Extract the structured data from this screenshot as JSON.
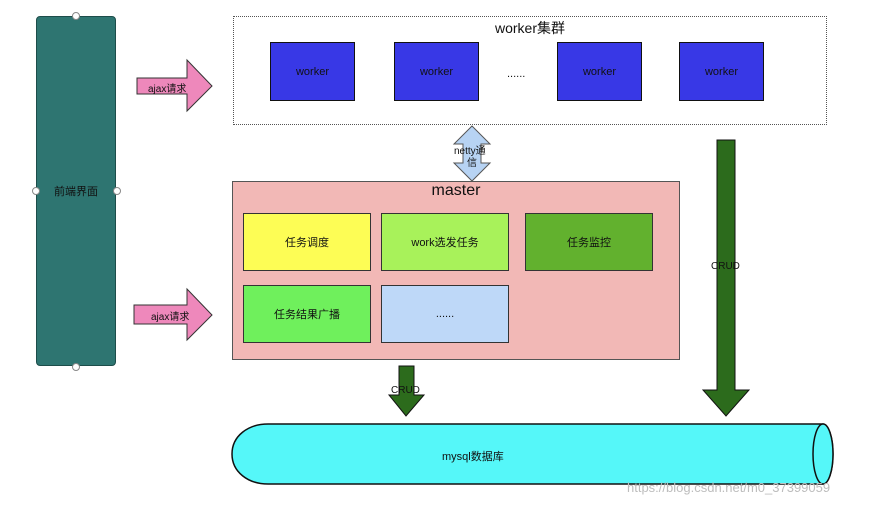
{
  "frontend": {
    "label": "前端界面"
  },
  "ajax_top": {
    "label": "ajax请求"
  },
  "ajax_bottom": {
    "label": "ajax请求"
  },
  "worker_cluster": {
    "title": "worker集群",
    "workers": [
      "worker",
      "worker",
      "worker",
      "worker"
    ],
    "ellipsis": "......"
  },
  "netty": {
    "label_line1": "netty通",
    "label_line2": "信"
  },
  "master": {
    "title": "master",
    "tasks": {
      "scheduling": "任务调度",
      "dispatch": "work选发任务",
      "monitor": "任务监控",
      "broadcast": "任务结果广播",
      "more": "......"
    }
  },
  "crud_left": {
    "label": "CRUD"
  },
  "crud_right": {
    "label": "CRUD"
  },
  "database": {
    "label": "mysql数据库"
  },
  "watermark": {
    "text": "https://blog.csdn.net/m0_37399059"
  },
  "colors": {
    "frontend": "#2e7571",
    "worker": "#3838e6",
    "master": "#f2b8b6",
    "task_yellow": "#fdfd55",
    "task_lightgreen": "#a8f25a",
    "task_green": "#62b12e",
    "task_brightgreen": "#6ff05c",
    "task_lightblue": "#bed8f8",
    "db": "#55f7f9",
    "arrow_pink": "#ee88bb",
    "arrow_green": "#2c6b1c",
    "arrow_netty": "#b7d3f3"
  }
}
